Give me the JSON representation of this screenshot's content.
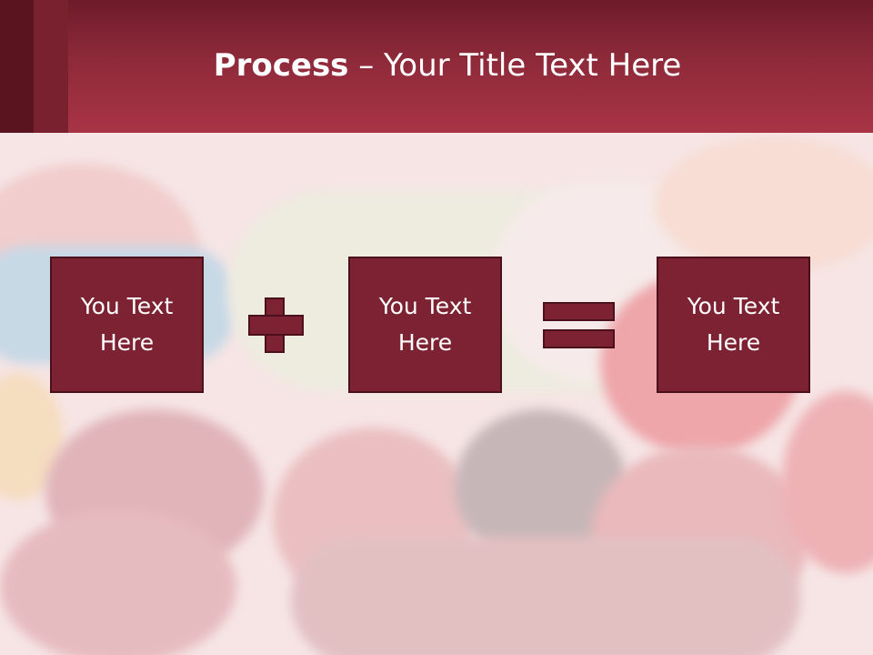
{
  "title": {
    "bold": "Process",
    "rest": " – Your Title Text Here"
  },
  "steps": [
    {
      "label": "You Text Here"
    },
    {
      "label": "You Text Here"
    },
    {
      "label": "You Text Here"
    }
  ],
  "operators": [
    "plus-icon",
    "equals-icon"
  ],
  "colors": {
    "header": "#a83445",
    "box": "#7c2232",
    "box_border": "#4a101b"
  }
}
